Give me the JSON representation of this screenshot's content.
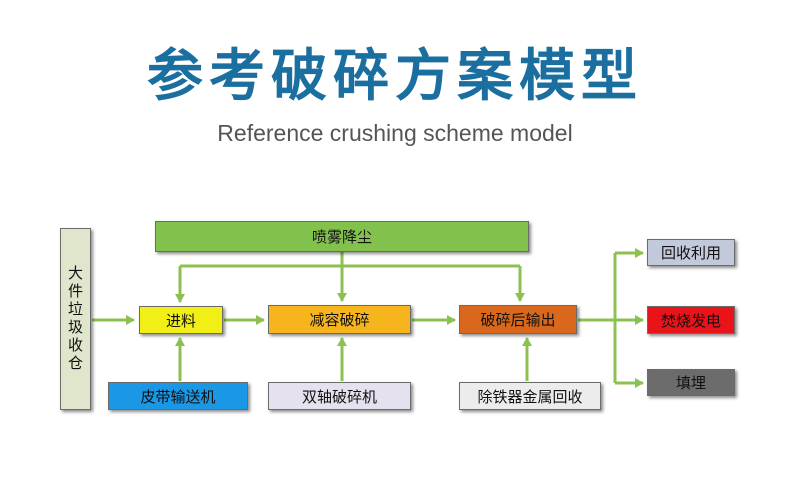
{
  "header": {
    "title": "参考破碎方案模型",
    "subtitle": "Reference crushing scheme model"
  },
  "nodes": {
    "source": "大件垃圾收仓",
    "spray": "喷雾降尘",
    "feed": "进料",
    "reduce": "减容破碎",
    "output": "破碎后输出",
    "belt": "皮带输送机",
    "shaft": "双轴破碎机",
    "iron": "除铁器金属回收",
    "recycle": "回收利用",
    "power": "焚烧发电",
    "landfill": "填埋"
  },
  "colors": {
    "title": "#1a6fa0",
    "arrow": "#8cc152",
    "spray": "#82c14c",
    "feed": "#f1ef16",
    "reduce": "#f7b51d",
    "output": "#d9681c",
    "belt": "#1a98e5",
    "shaft": "#e6e1ee",
    "iron": "#ececec",
    "recycle": "#c2c9da",
    "power": "#e8141a",
    "landfill": "#6c6c6c",
    "source": "#dfe6cc"
  }
}
